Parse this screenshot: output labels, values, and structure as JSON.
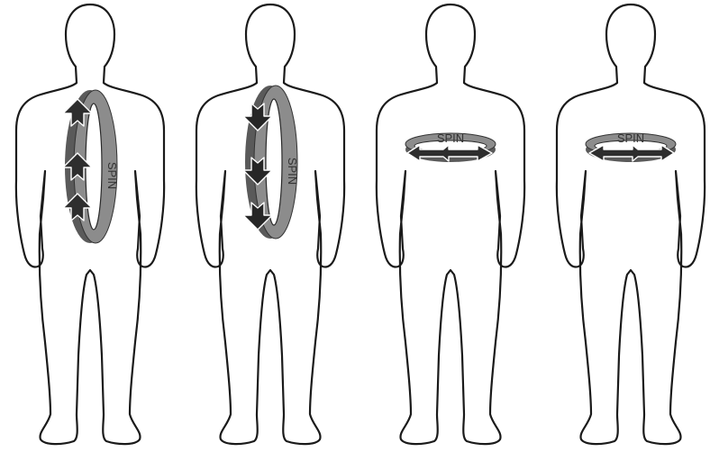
{
  "panels": [
    {
      "id": "vertical-up",
      "label": "SPIN",
      "axis": "vertical",
      "arrow_direction": "up"
    },
    {
      "id": "vertical-down",
      "label": "SPIN",
      "axis": "vertical",
      "arrow_direction": "down"
    },
    {
      "id": "horizontal-left",
      "label": "SPIN",
      "axis": "horizontal",
      "arrow_direction": "left"
    },
    {
      "id": "horizontal-right",
      "label": "SPIN",
      "axis": "horizontal",
      "arrow_direction": "right"
    }
  ],
  "colors": {
    "outline": "#1a1a1a",
    "ring": "#8c8c8c",
    "ring_shadow": "#5a5a5a",
    "arrow": "#2e2e2e"
  }
}
